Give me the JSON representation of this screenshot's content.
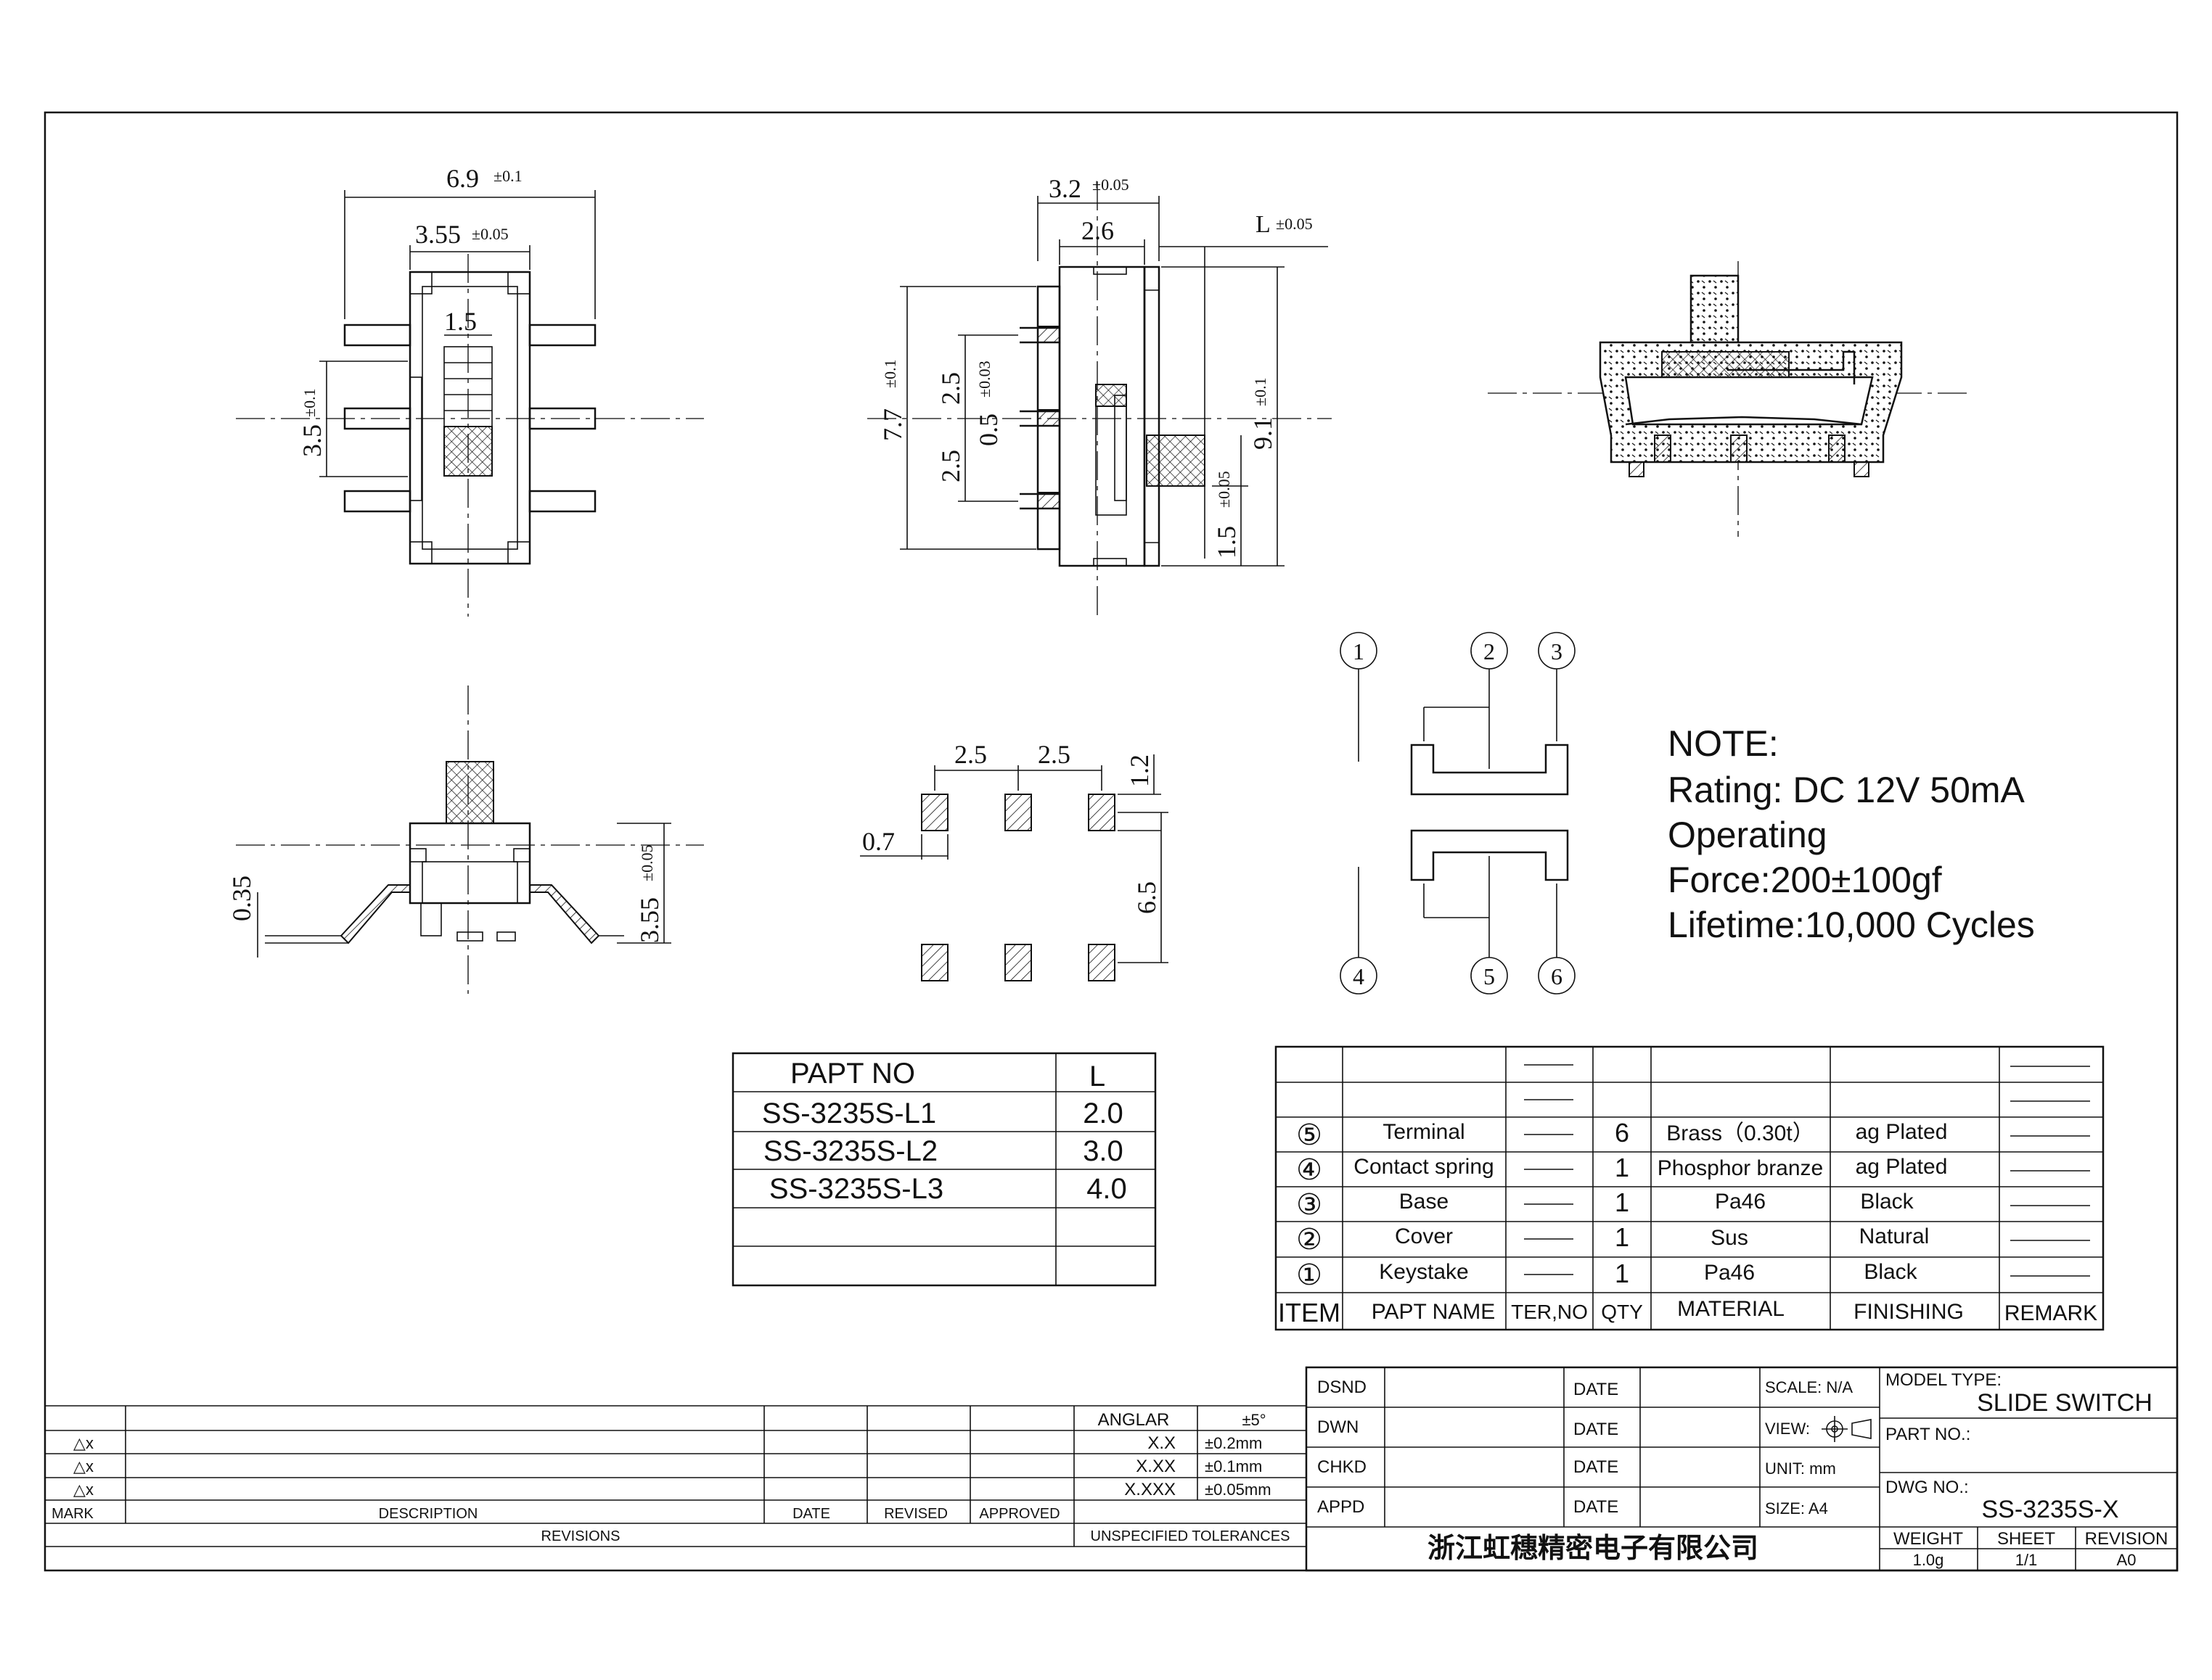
{
  "dims": {
    "top_width": "6.9",
    "top_width_tol": "±0.1",
    "top_inner": "3.55",
    "top_inner_tol": "±0.05",
    "top_knob": "1.5",
    "top_height": "3.5",
    "top_height_tol": "±0.1",
    "side_32": "3.2",
    "side_32_tol": "±0.05",
    "side_26": "2.6",
    "side_L": "L",
    "side_L_tol": "±0.05",
    "side_77": "7.7",
    "side_77_tol": "±0.1",
    "side_25a": "2.5",
    "side_05": "0.5",
    "side_05_tol": "±0.03",
    "side_25b": "2.5",
    "side_91": "9.1",
    "side_91_tol": "±0.1",
    "side_15": "1.5",
    "side_15_tol": "±0.05",
    "front_035": "0.35",
    "front_355": "3.55",
    "front_355_tol": "±0.05",
    "pad_25a": "2.5",
    "pad_25b": "2.5",
    "pad_12": "1.2",
    "pad_07": "0.7",
    "pad_65": "6.5"
  },
  "circuit": {
    "pins": [
      "1",
      "2",
      "3",
      "4",
      "5",
      "6"
    ]
  },
  "note": {
    "title": "NOTE:",
    "rating": "Rating: DC 12V  50mA",
    "op1": "Operating",
    "op2": "Force:200±100gf",
    "life": "Lifetime:10,000 Cycles"
  },
  "part_table": {
    "headers": [
      "PAPT NO",
      "L"
    ],
    "rows": [
      [
        "SS-3235S-L1",
        "2.0"
      ],
      [
        "SS-3235S-L2",
        "3.0"
      ],
      [
        "SS-3235S-L3",
        "4.0"
      ]
    ]
  },
  "bom": {
    "headers": [
      "ITEM",
      "PAPT NAME",
      "TER,NO",
      "QTY",
      "MATERIAL",
      "FINISHING",
      "REMARK"
    ],
    "rows": [
      {
        "item": "⑤",
        "name": "Terminal",
        "qty": "6",
        "material": "Brass（0.30t）",
        "finishing": "ag Plated"
      },
      {
        "item": "④",
        "name": "Contact spring",
        "qty": "1",
        "material": "Phosphor branze",
        "finishing": "ag Plated"
      },
      {
        "item": "③",
        "name": "Base",
        "qty": "1",
        "material": "Pa46",
        "finishing": "Black"
      },
      {
        "item": "②",
        "name": "Cover",
        "qty": "1",
        "material": "Sus",
        "finishing": "Natural"
      },
      {
        "item": "①",
        "name": "Keystake",
        "qty": "1",
        "material": "Pa46",
        "finishing": "Black"
      }
    ]
  },
  "revisions": {
    "marks": [
      "△x",
      "△x",
      "△x"
    ],
    "col_mark": "MARK",
    "col_desc": "DESCRIPTION",
    "col_date": "DATE",
    "col_revised": "REVISED",
    "col_approved": "APPROVED",
    "footer": "REVISIONS"
  },
  "tolerances": {
    "rows": [
      [
        "ANGLAR",
        "±5°"
      ],
      [
        "X.X",
        "±0.2mm"
      ],
      [
        "X.XX",
        "±0.1mm"
      ],
      [
        "X.XXX",
        "±0.05mm"
      ]
    ],
    "footer": "UNSPECIFIED TOLERANCES"
  },
  "title_block": {
    "dsnd": "DSND",
    "dwn": "DWN",
    "chkd": "CHKD",
    "appd": "APPD",
    "date": "DATE",
    "scale": "SCALE: N/A",
    "view": "VIEW:",
    "unit": "UNIT: mm",
    "size": "SIZE: A4",
    "model_type_label": "MODEL TYPE:",
    "model_type": "SLIDE SWITCH",
    "part_no_label": "PART NO.:",
    "dwg_no_label": "DWG NO.:",
    "dwg_no": "SS-3235S-X",
    "company": "浙江虹穗精密电子有限公司",
    "weight_label": "WEIGHT",
    "weight": "1.0g",
    "sheet_label": "SHEET",
    "sheet": "1/1",
    "revision_label": "REVISION",
    "revision": "A0"
  }
}
